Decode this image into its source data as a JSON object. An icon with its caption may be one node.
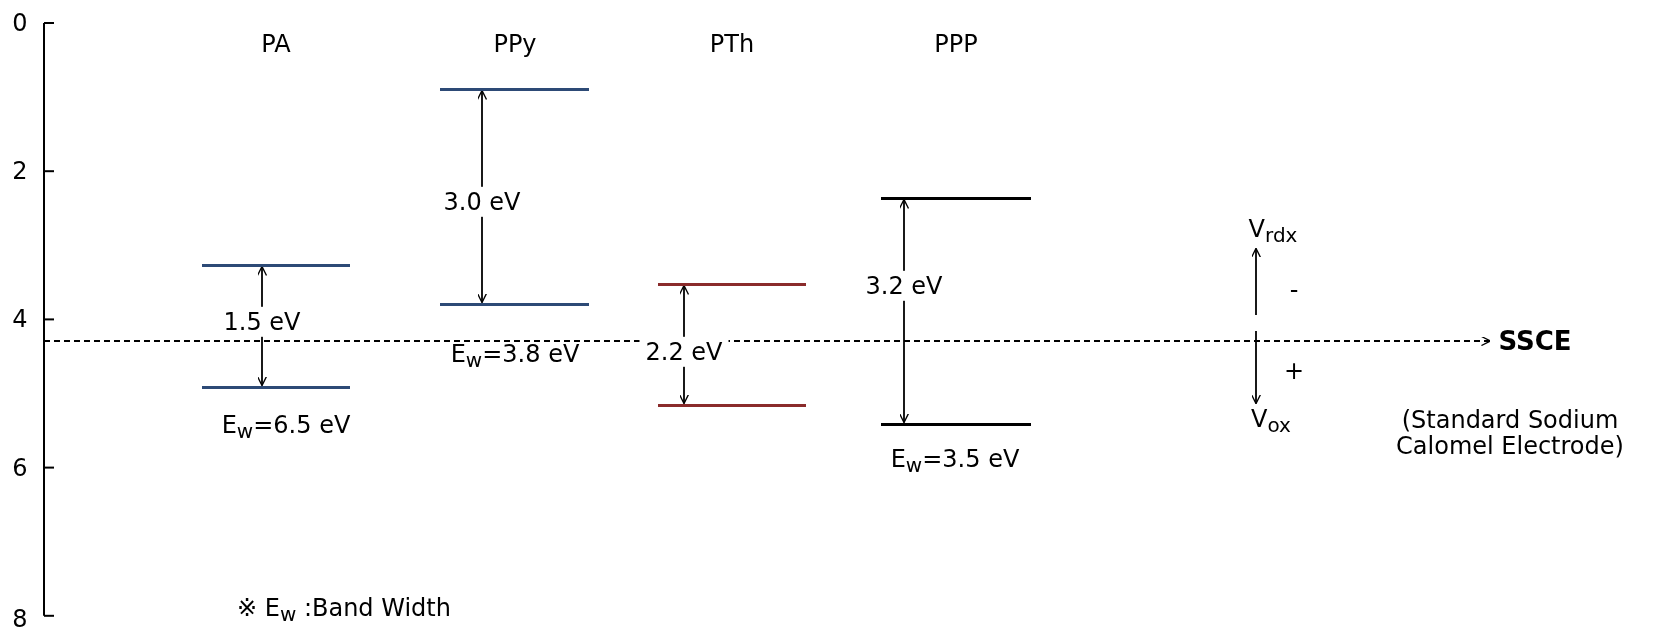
{
  "diagram": {
    "nodes": [
      {
        "text": [],
        "shape": "bar"
      },
      {
        "text": [],
        "shape": "bar",
        "beside": [
          "E$_{w}$=6.5 eV"
        ]
      },
      {
        "text": [],
        "shape": "bar"
      },
      {
        "text": [],
        "shape": "bar",
        "beside": [
          "E$_{w}$=3.8 eV"
        ]
      },
      {
        "text": [],
        "shape": "bar"
      },
      {
        "text": [],
        "shape": "bar"
      },
      {
        "text": [],
        "shape": "bar"
      },
      {
        "text": [],
        "shape": "bar",
        "beside": [
          "E$_{w}$=3.5 eV"
        ]
      },
      {
        "text": [
          "SSCE"
        ],
        "beside": [
          "(Standard Sodium Calomel Electrode)"
        ]
      },
      {
        "text": [
          "V$_{rdx}$"
        ]
      },
      {
        "text": [
          "V$_{ox}$"
        ]
      }
    ],
    "edges": [
      {
        "from": 1,
        "to": 0,
        "arrow": "both",
        "label": "1.5 eV"
      },
      {
        "from": 3,
        "to": 2,
        "arrow": "both",
        "label": "3.0 eV"
      },
      {
        "from": 5,
        "to": 4,
        "arrow": "both",
        "label": "2.2 eV"
      },
      {
        "from": 7,
        "to": 6,
        "arrow": "both",
        "label": "3.2 eV"
      },
      {
        "from": null,
        "to": 8,
        "arrow": "to",
        "style": "dashed"
      },
      {
        "from": null,
        "to": 9,
        "arrow": "to"
      },
      {
        "from": null,
        "to": 10,
        "arrow": "to"
      }
    ],
    "labels": [
      "0",
      "2",
      "4",
      "6",
      "8",
      "PA",
      "PPy",
      "PTh",
      "PPP",
      "-",
      "+",
      "※ E$_{w}$ :Band Width"
    ]
  }
}
